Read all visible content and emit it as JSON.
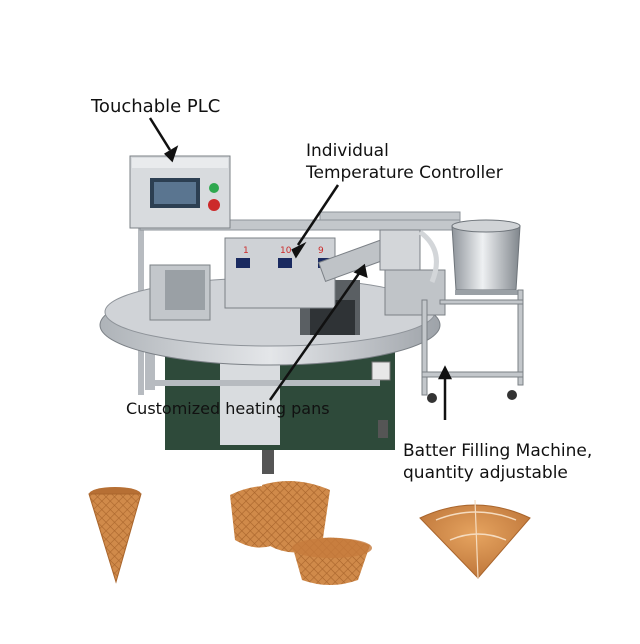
{
  "labels": {
    "plc": "Touchable PLC",
    "temp_line1": "Individual",
    "temp_line2": "Temperature Controller",
    "pans": "Customized heating pans",
    "batter_line1": "Batter Filling Machine,",
    "batter_line2": "quantity adjustable"
  },
  "controller_numbers": [
    "1",
    "10",
    "9"
  ],
  "colors": {
    "steel": "#c9ccd0",
    "steel_dark": "#8e9399",
    "cabinet_green": "#2e4a3a",
    "wafer": "#d08a4a",
    "wafer_dark": "#a9652c",
    "red": "#cc2a2a"
  }
}
